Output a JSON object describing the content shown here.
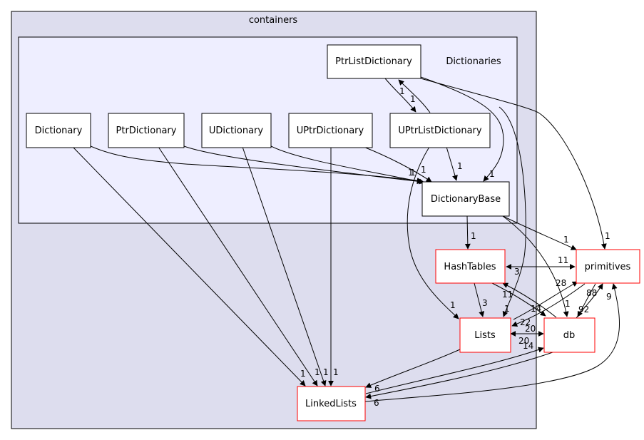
{
  "clusters": {
    "outer": {
      "label": "containers"
    },
    "inner": {
      "label": "Dictionaries"
    }
  },
  "nodes": {
    "ptr_list_dictionary": "PtrListDictionary",
    "dictionary": "Dictionary",
    "ptr_dictionary": "PtrDictionary",
    "u_dictionary": "UDictionary",
    "uptr_dictionary": "UPtrDictionary",
    "uptr_list_dictionary": "UPtrListDictionary",
    "dictionary_base": "DictionaryBase",
    "hash_tables": "HashTables",
    "primitives": "primitives",
    "lists": "Lists",
    "db": "db",
    "linked_lists": "LinkedLists"
  },
  "edge_labels": {
    "pld_to_upld_1": "1",
    "upld_to_pld_1": "1",
    "d_to_db_base": "1",
    "pd_to_db_base": "1",
    "upd_to_db_base": "1",
    "upld_to_db_base": "1",
    "pld_to_db_base": "1",
    "dbase_to_ht": "1",
    "dbase_to_prim": "1",
    "pld_to_prim": "1",
    "ht_prim_11": "11",
    "prim_ht_3": "3",
    "pld_to_lists": "1",
    "upld_to_lists": "1",
    "ht_to_lists": "3",
    "lists_to_prim": "28",
    "prim_to_lists": "22",
    "ht_to_db_11": "11",
    "db_to_ht_14": "14",
    "dbase_to_db": "1",
    "db_to_prim": "88",
    "prim_to_db": "92",
    "ll_to_prim": "9",
    "lists_db_20a": "20",
    "lists_db_20b": "20",
    "d_to_ll": "1",
    "pd_to_ll": "1",
    "ud_to_ll": "1",
    "upd_to_ll": "1",
    "lists_to_ll": "6",
    "db_to_ll": "6",
    "ll_to_db": "14"
  },
  "colors": {
    "outer_cluster_fill": "#ddddee",
    "inner_cluster_fill": "#eeeeff",
    "cluster_border": "#000000",
    "node_border_black": "#000000",
    "node_border_red": "#ff0000",
    "node_fill": "#ffffff"
  }
}
